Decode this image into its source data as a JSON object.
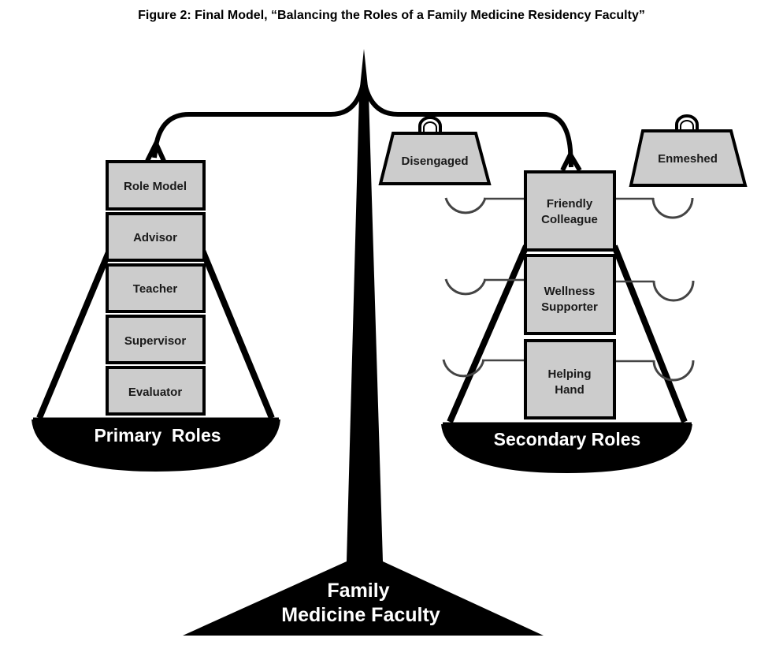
{
  "title": "Figure 2: Final Model, “Balancing the Roles of a Family Medicine Residency Faculty”",
  "base": {
    "label_line1": "Family",
    "label_line2": "Medicine Faculty"
  },
  "left_pan": {
    "label": "Primary  Roles",
    "roles": [
      "Role Model",
      "Advisor",
      "Teacher",
      "Supervisor",
      "Evaluator"
    ]
  },
  "right_pan": {
    "label": "Secondary Roles",
    "roles": [
      {
        "line1": "Friendly",
        "line2": "Colleague"
      },
      {
        "line1": "Wellness",
        "line2": "Supporter"
      },
      {
        "line1": "Helping",
        "line2": "Hand"
      }
    ]
  },
  "weights": {
    "left": "Disengaged",
    "right": "Enmeshed"
  },
  "colors": {
    "box_fill": "#cccccc",
    "ink": "#000000",
    "hook": "#444444"
  }
}
